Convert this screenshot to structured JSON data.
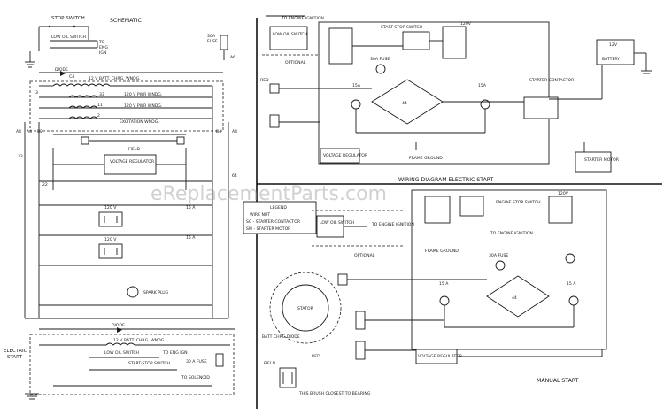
{
  "schematic": {
    "title": "SCHEMATIC",
    "stop_switch": "STOP SWITCH",
    "low_oil_switch": "LOW OIL SWITCH",
    "diode": "DIODE",
    "batt_chrg_wndg": "12 V BATT. CHRG. WNDG.",
    "pwr_wndg_1": "120 V PWR WNDG.",
    "pwr_wndg_2": "120 V PWR WNDG.",
    "excitation_wndg": "EXCITATION WNDG.",
    "field": "FIELD",
    "voltage_regulator": "VOLTAGE REGULATOR",
    "v120_a": "120 V",
    "v120_b": "120 V",
    "a15_1": "15 A",
    "a15_2": "15 A",
    "spark_plug": "SPARK PLUG",
    "wire_33": "33",
    "wire_64": "64",
    "wire_22": "22",
    "wire_a4": "A4",
    "wire_b2": "B2"
  },
  "electric_start_section": {
    "label_line1": "ELECTRIC",
    "label_line2": "START",
    "diode": "DIODE",
    "batt_chrg_wndg": "12 V BATT. CHRG. WNDG.",
    "low_oil_switch": "LOW OIL SWITCH",
    "start_stop_switch": "START-STOP SWITCH",
    "to_eng_ign": "TO ENG IGN",
    "fuse": "30 A FUSE",
    "to_solenoid": "TO SOLENOID"
  },
  "wiring_diagram": {
    "title": "WIRING DIAGRAM ELECTRIC START",
    "low_oil_switch": "LOW OIL SWITCH",
    "to_engine_ignition": "TO ENGINE IGNITION",
    "optional": "OPTIONAL",
    "start_stop_switch": "START-STOP SWITCH",
    "fuse": "30A FUSE",
    "v120": "120V",
    "a15_left": "15A",
    "a15_right": "15A",
    "voltage_regulator": "VOLTAGE REGULATOR",
    "frame_ground": "FRAME GROUND",
    "starter_contactor": "STARTER CONTACTOR",
    "battery_12v": "12V",
    "battery": "BATTERY",
    "starter_motor": "STARTER MOTOR"
  },
  "legend": {
    "title": "LEGEND",
    "item_1": "WIRE NUT",
    "item_2": "SC - STARTER CONTACTOR",
    "item_3": "SM - STARTER MOTOR"
  },
  "manual_start": {
    "title": "MANUAL START",
    "low_oil_switch": "LOW OIL SWITCH",
    "to_engine_ignition": "TO ENGINE IGNITION",
    "optional": "OPTIONAL",
    "engine_stop_switch": "ENGINE STOP SWITCH",
    "to_engine_ignition_2": "TO ENGINE IGNITION",
    "frame_ground": "FRAME GROUND",
    "fuse": "30A FUSE",
    "a15_left": "15 A",
    "a15_right": "15 A",
    "stator": "STATOR",
    "batt_chrg_diode": "BATT CHRG DIODE",
    "field": "FIELD",
    "red": "RED",
    "brush_note": "THIS BRUSH CLOSEST TO BEARING",
    "voltage_regulator": "VOLTAGE REGULATOR",
    "v120": "120V"
  },
  "watermark": "eReplacementParts.com"
}
